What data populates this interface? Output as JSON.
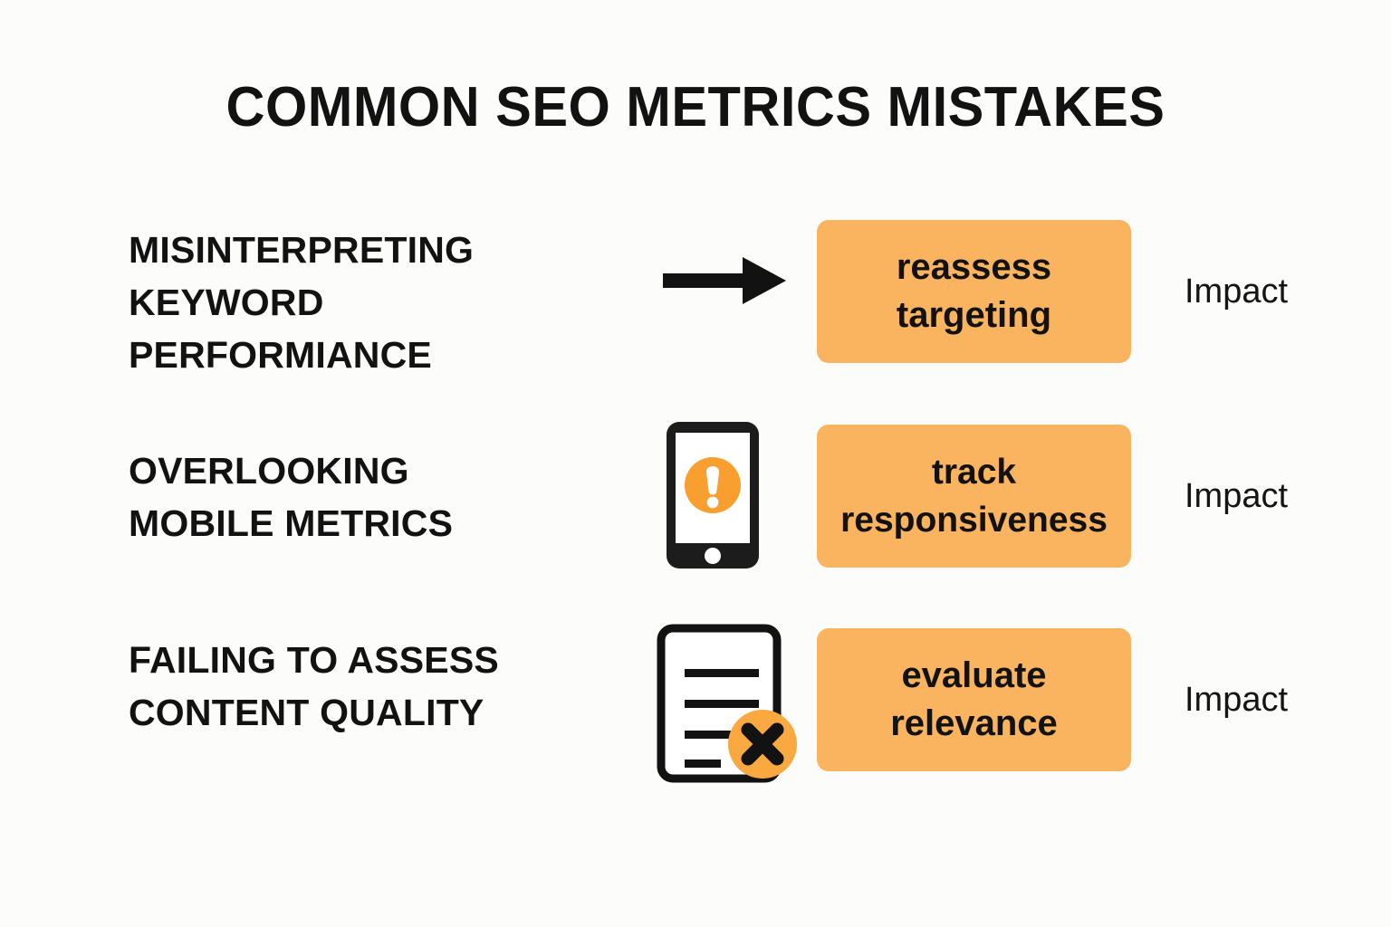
{
  "page": {
    "title": "COMMON SEO METRICS MISTAKES",
    "background_color": "#fcfcfa",
    "text_color": "#121212",
    "accent_box_color": "#fab35e",
    "accent_icon_color": "#f99f30"
  },
  "rows": [
    {
      "mistake": "MISINTERPRETING\nKEYWORD\nPERFORMIANCE",
      "icon": "arrow-right-icon",
      "action": "reassess\ntargeting",
      "impact": "Impact"
    },
    {
      "mistake": "OVERLOOKING\nMOBILE METRICS",
      "icon": "mobile-phone-alert-icon",
      "action": "track\nresponsiveness",
      "impact": "Impact"
    },
    {
      "mistake": "FAILING TO ASSESS\nCONTENT QUALITY",
      "icon": "document-error-icon",
      "action": "evaluate\nrelevance",
      "impact": "Impact"
    }
  ]
}
